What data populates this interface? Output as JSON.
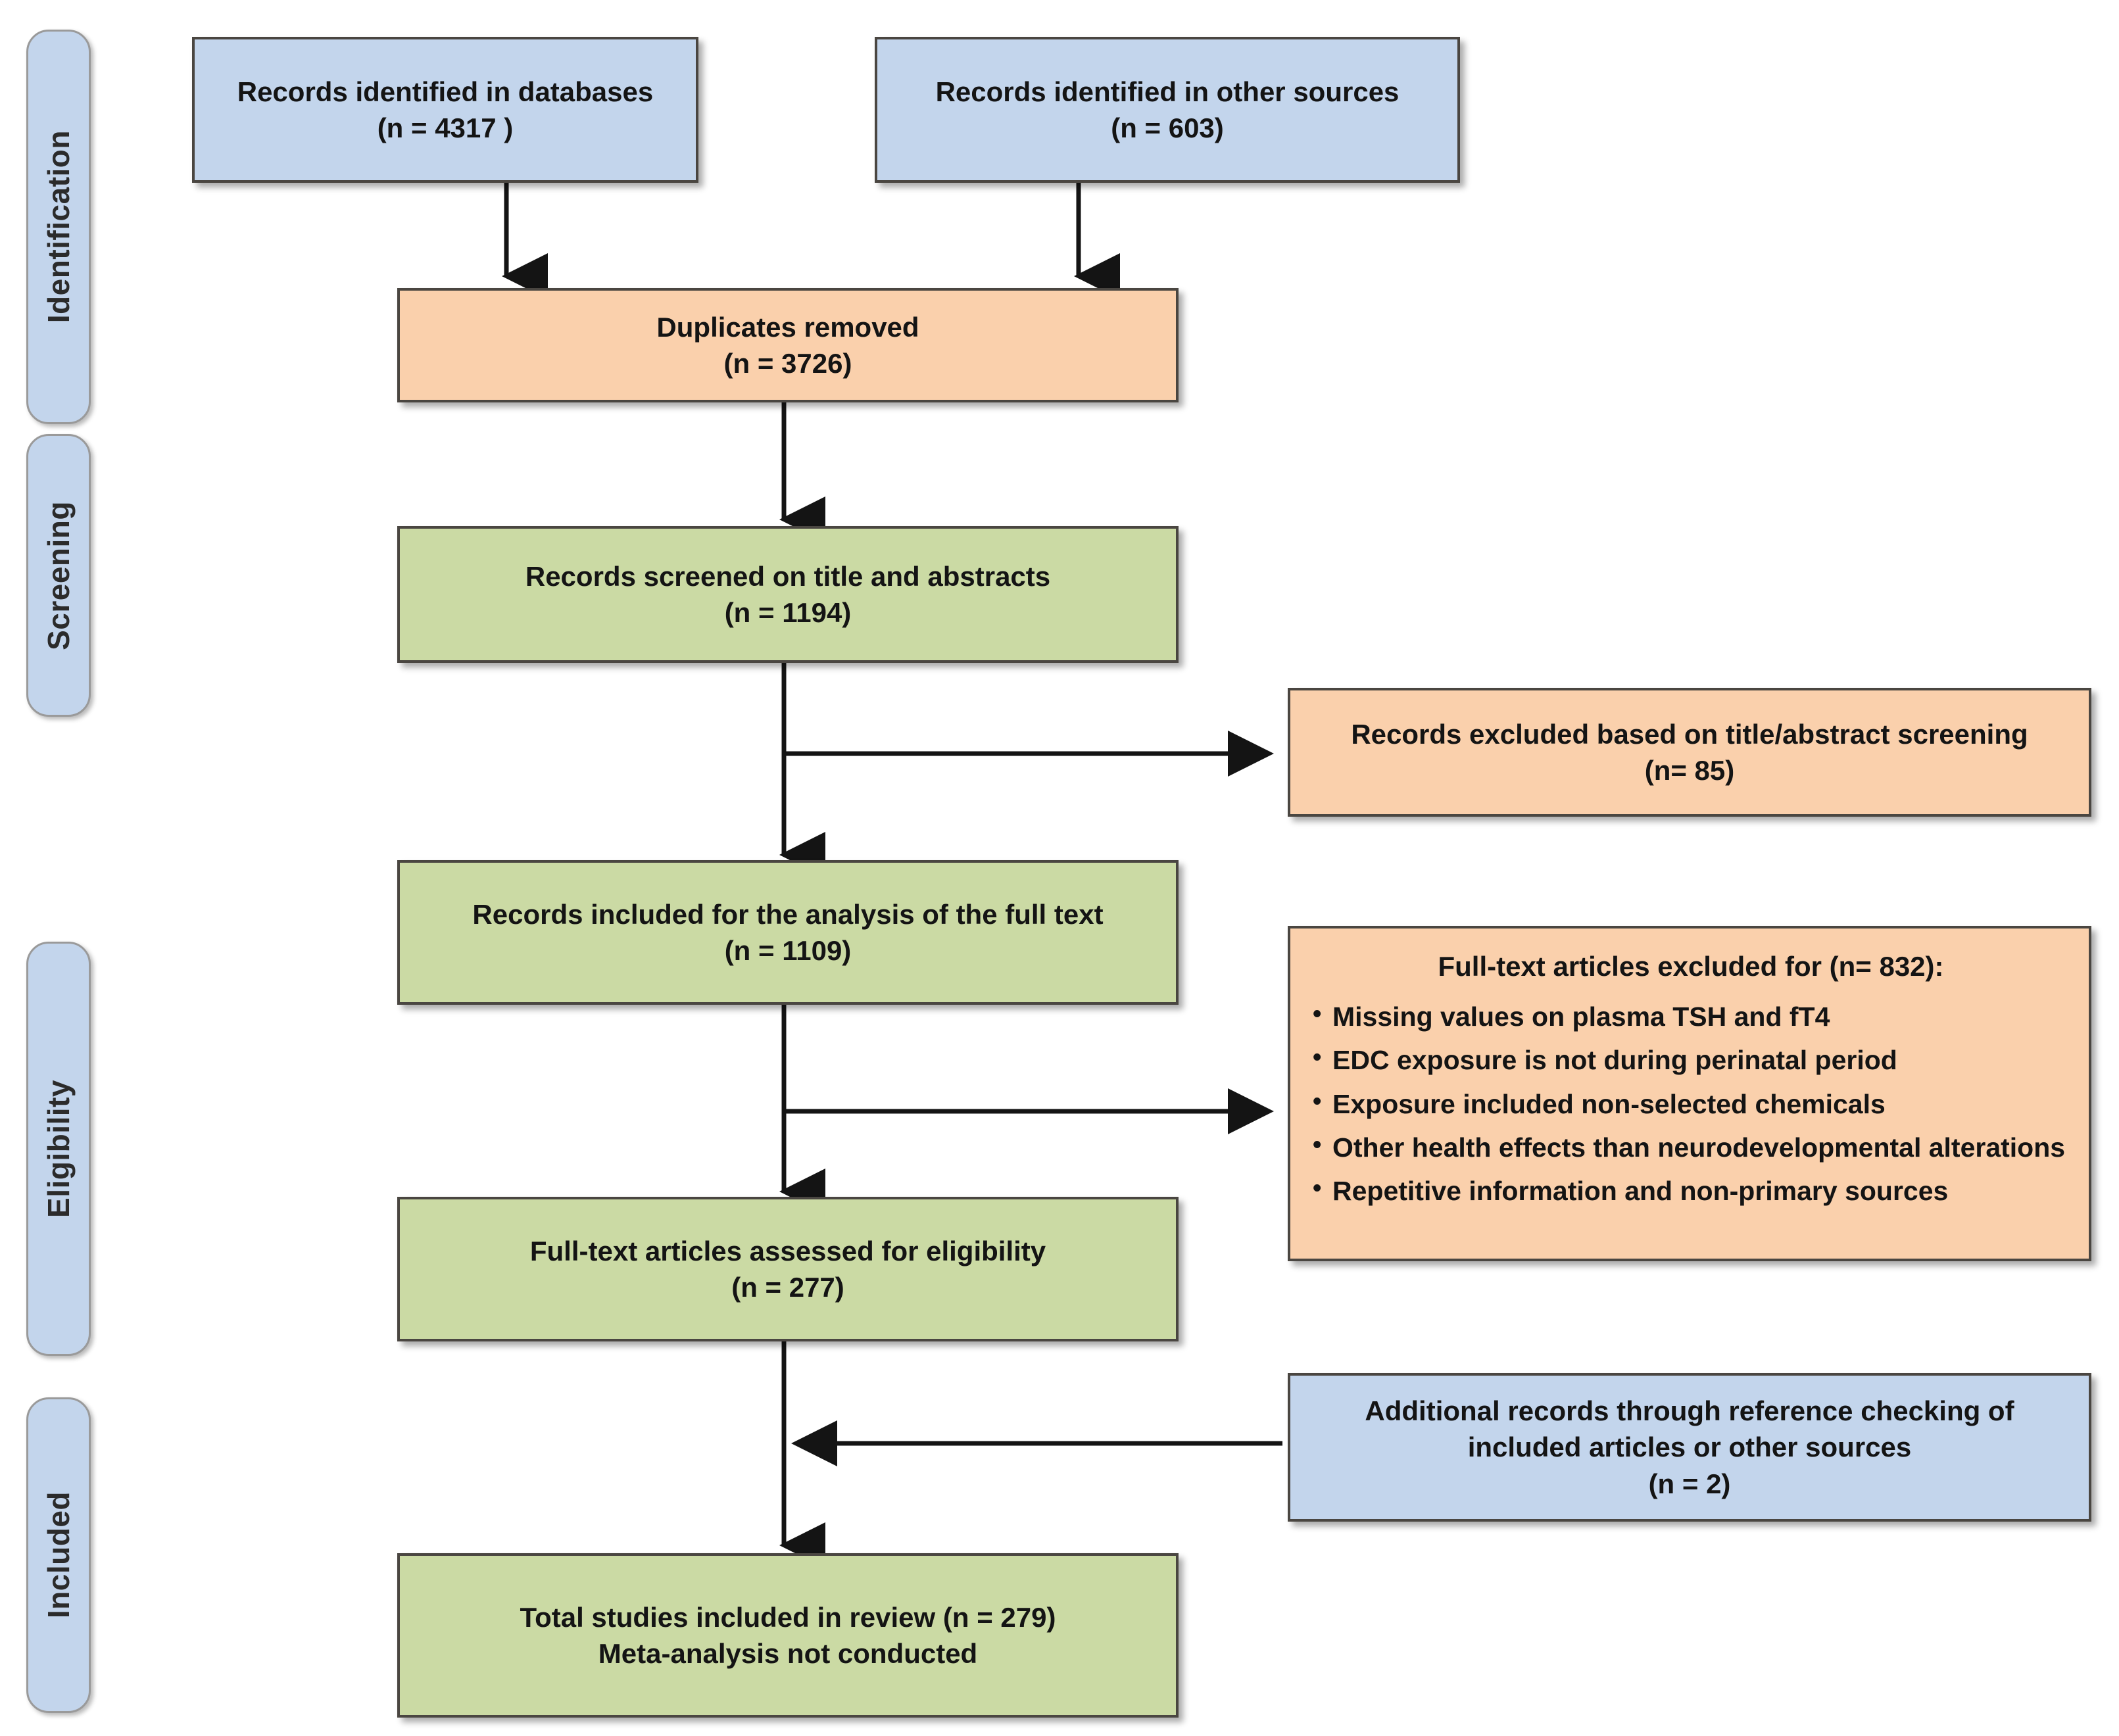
{
  "diagram": {
    "title": "PRISMA study selection flow diagram",
    "palette": {
      "blue": "#C3D5EC",
      "green": "#CBDAA4",
      "orange": "#FAD0AC",
      "border": "#4a4641",
      "arrow": "#1a1a1a",
      "background": "#ffffff"
    }
  },
  "phases": [
    {
      "id": "identification",
      "label": "Identification"
    },
    {
      "id": "screening",
      "label": "Screening"
    },
    {
      "id": "eligibility",
      "label": "Eligibility"
    },
    {
      "id": "included",
      "label": "Included"
    }
  ],
  "nodes": {
    "records_databases": {
      "color": "blue",
      "lines": [
        "Records identified in databases",
        "(n = 4317 )"
      ]
    },
    "records_other_sources": {
      "color": "blue",
      "lines": [
        "Records identified in other sources",
        "(n = 603)"
      ]
    },
    "duplicates_removed": {
      "color": "orange",
      "lines": [
        "Duplicates removed",
        "(n = 3726)"
      ]
    },
    "records_screened": {
      "color": "green",
      "lines": [
        "Records screened on title and abstracts",
        "(n = 1194)"
      ]
    },
    "records_excluded_screening": {
      "color": "orange",
      "lines": [
        "Records excluded based on title/abstract screening",
        "(n= 85)"
      ]
    },
    "records_included_fulltext": {
      "color": "green",
      "lines": [
        "Records included for the analysis of the full text",
        "(n = 1109)"
      ]
    },
    "fulltext_excluded": {
      "color": "orange",
      "heading": "Full-text articles excluded for (n= 832):",
      "bullets": [
        "Missing values on plasma TSH and fT4",
        "EDC exposure is not during perinatal period",
        "Exposure included non-selected chemicals",
        "Other health effects than neurodevelopmental alterations",
        "Repetitive information and non-primary sources"
      ]
    },
    "fulltext_assessed": {
      "color": "green",
      "lines": [
        "Full-text articles assessed for eligibility",
        "(n = 277)"
      ]
    },
    "additional_records": {
      "color": "blue",
      "lines": [
        "Additional records through reference checking of",
        "included articles or other sources",
        "(n = 2)"
      ]
    },
    "total_included": {
      "color": "green",
      "lines": [
        "Total studies included in review (n = 279)",
        "Meta-analysis not conducted"
      ]
    }
  }
}
